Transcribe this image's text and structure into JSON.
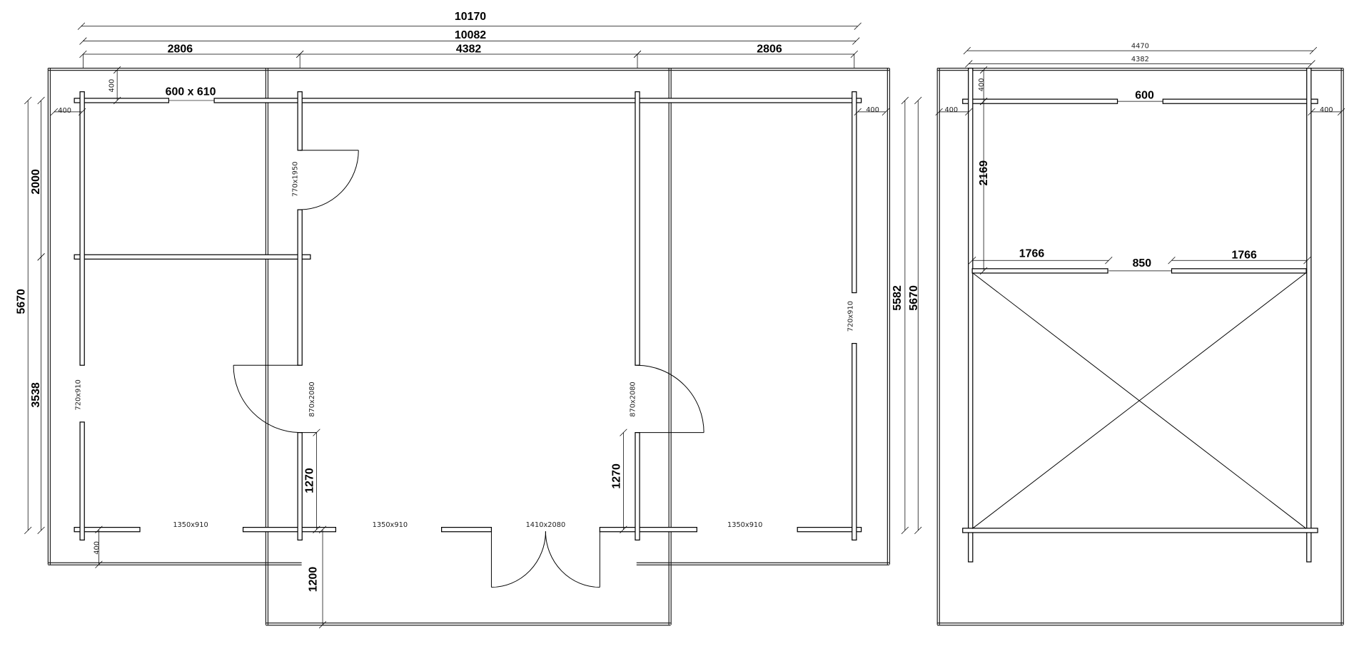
{
  "plan_main": {
    "dims_top": {
      "overall_outer": "10170",
      "overall_inner": "10082",
      "left_wing": "2806",
      "center": "4382",
      "right_wing": "2806"
    },
    "dims_left": {
      "overall": "5670",
      "upper": "2000",
      "lower": "3538"
    },
    "dims_right": {
      "inner": "5582",
      "overall": "5670"
    },
    "window_top": "600 x 610",
    "overhang_top": "400",
    "overhang_left": "400",
    "overhang_right": "400",
    "overhang_bottom": "400",
    "door_inner": "770x1950",
    "door_left": "870x2080",
    "door_right": "870x2080",
    "window_left": "720x910",
    "window_right": "720x910",
    "window_bottom_left": "1350x910",
    "window_bottom_center": "1350x910",
    "door_main": "1410x2080",
    "window_bottom_right": "1350x910",
    "dim_1270_left": "1270",
    "dim_1270_right": "1270",
    "terrace_depth": "1200"
  },
  "plan_side": {
    "dim_outer": "4470",
    "dim_inner": "4382",
    "overhang_top": "400",
    "overhang_left": "400",
    "overhang_right": "400",
    "window_top": "600",
    "dim_depth": "2169",
    "wall_left": "1766",
    "opening": "850",
    "wall_right": "1766"
  }
}
